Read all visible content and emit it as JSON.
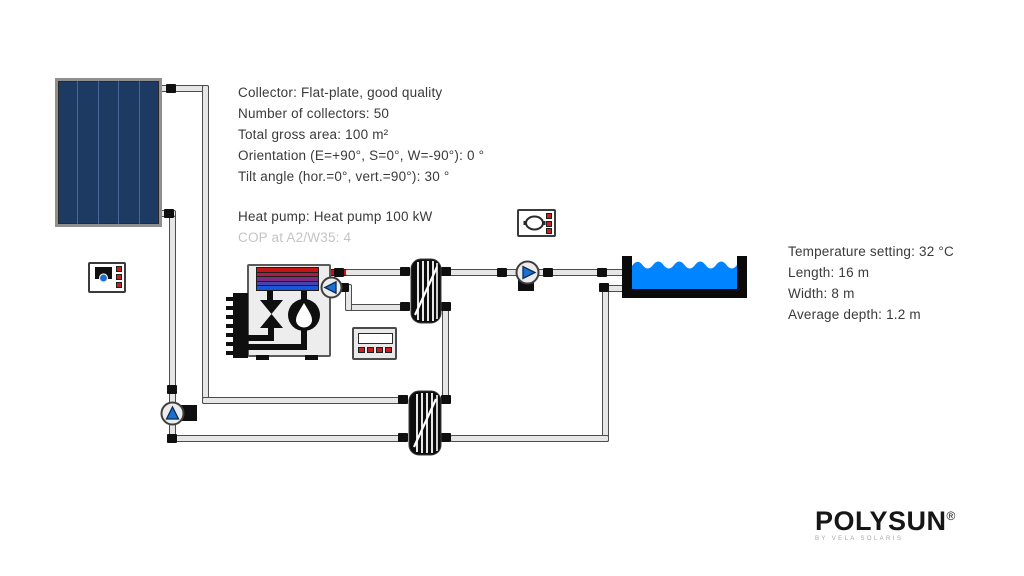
{
  "annotations": {
    "collector": {
      "lines": [
        "Collector: Flat-plate, good quality",
        "Number of collectors: 50",
        "Total gross area: 100 m²",
        "Orientation (E=+90°, S=0°, W=-90°): 0 °",
        "Tilt angle (hor.=0°, vert.=90°): 30 °"
      ]
    },
    "heat_pump": {
      "title": "Heat pump: Heat pump 100 kW",
      "subtitle": "COP at A2/W35: 4"
    },
    "pool": {
      "lines": [
        "Temperature setting: 32 °C",
        "Length: 16 m",
        "Width: 8 m",
        "Average depth: 1.2 m"
      ]
    }
  },
  "logo": {
    "brand": "POLYSUN",
    "mark": "®",
    "tagline": "BY VELA SOLARIS"
  },
  "icons": {
    "collector": "flat-plate-collector-icon",
    "heat_pump": "heat-pump-unit-icon",
    "heat_exchanger": "striped-heat-exchanger-icon",
    "pump": "triangle-in-circle-pump-icon",
    "controller": "controller-with-red-buttons-icon",
    "sensor_controller": "eye-sensor-controller-icon",
    "display": "control-display-icon",
    "pool": "pool-with-waves-icon"
  },
  "colors": {
    "collector_panel": "#1c3a62",
    "pool_water": "#0084ff",
    "pump_blue": "#1a6fd4",
    "pipe_hot": "#c41414",
    "pipe_cold": "#1565d8",
    "button_red": "#c32222",
    "text": "#3a3a3a",
    "text_muted": "#c4c4c4"
  }
}
